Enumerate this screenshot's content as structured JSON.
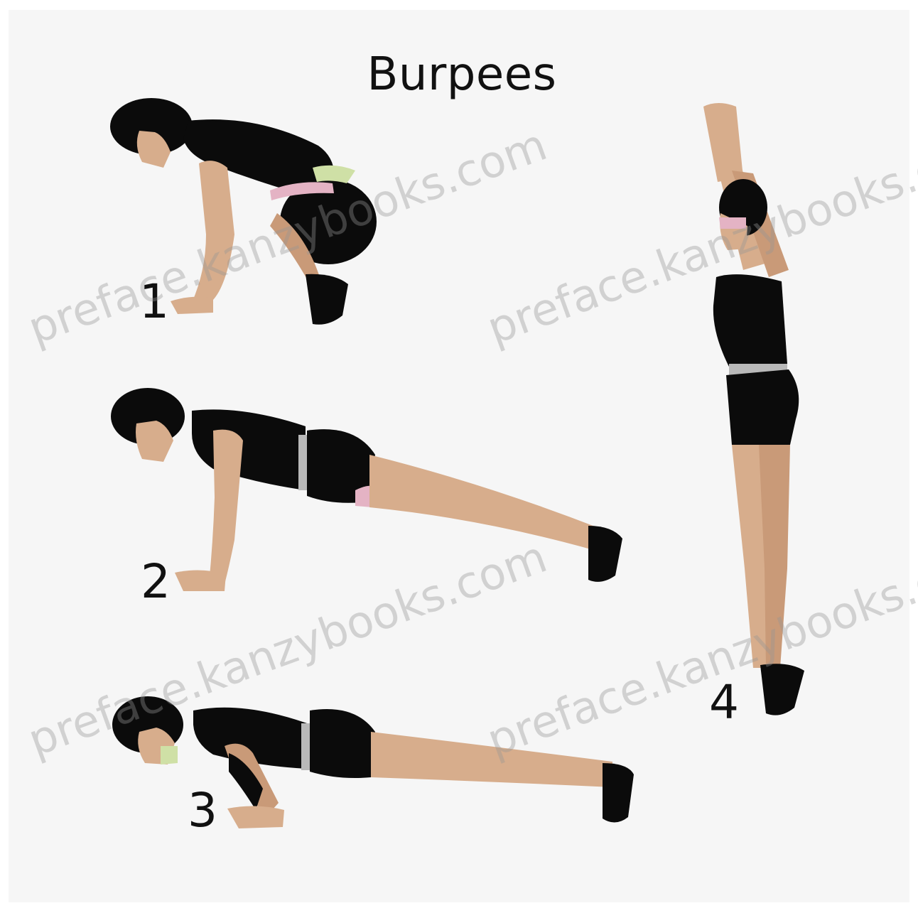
{
  "title": "Burpees",
  "steps": [
    {
      "number": "1"
    },
    {
      "number": "2"
    },
    {
      "number": "3"
    },
    {
      "number": "4"
    }
  ],
  "watermark": "preface.kanzybooks.com",
  "colors": {
    "skin": "#d7ad8c",
    "skin_shade": "#c99a78",
    "clothing": "#0b0b0b",
    "band": "#b9b9b9",
    "accent_pink": "#e4b3c4",
    "accent_green": "#cfe0a6",
    "background": "#f6f6f6"
  }
}
